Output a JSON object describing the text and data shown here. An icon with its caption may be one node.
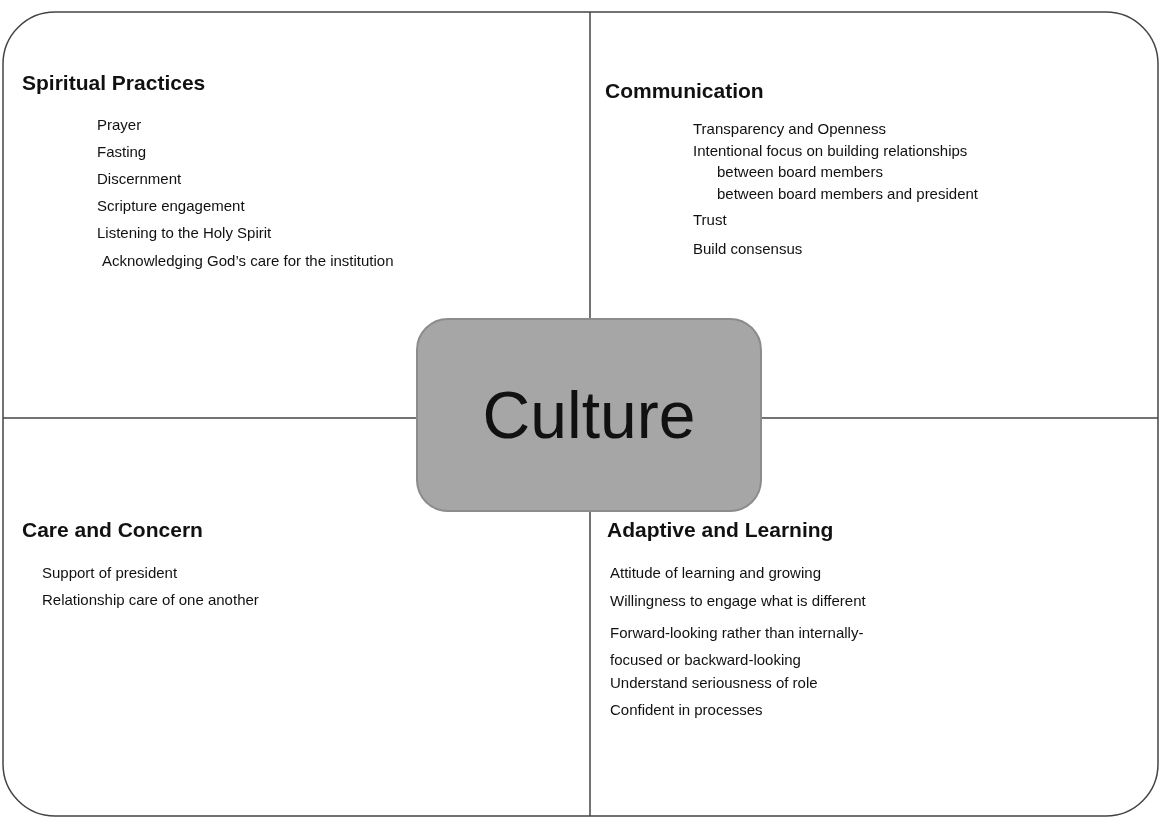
{
  "diagram": {
    "nodes": [
      {
        "text": [
          "Spiritual Practices",
          "Prayer",
          "Fasting",
          "Discernment",
          "Scripture engagement",
          "Listening to the Holy Spirit",
          "Acknowledging God’s care for the institution"
        ]
      },
      {
        "text": [
          "Communication",
          "Transparency and Openness",
          "Intentional focus on building relationships",
          "between board members",
          "between board members and president",
          "Trust",
          "Build consensus"
        ]
      },
      {
        "text": [
          "Culture"
        ]
      },
      {
        "text": [
          "Care and Concern",
          "Support of president",
          "Relationship care of one another"
        ]
      },
      {
        "text": [
          "Adaptive and Learning",
          "Attitude of learning and growing",
          "Willingness to engage what is different",
          "Forward-looking rather than internally- focused or backward-looking",
          "Understand seriousness of role",
          "Confident in processes"
        ]
      }
    ]
  }
}
